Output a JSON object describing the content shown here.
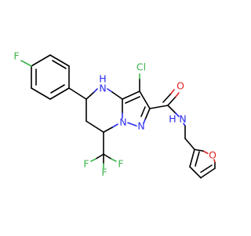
{
  "atoms": {
    "fluoro_left": "F",
    "fluoro_cf3_top": "F",
    "fluoro_cf3_left": "F",
    "fluoro_cf3_right": "F",
    "n_amine": "N",
    "h_amine": "H",
    "n_ring_bridge": "N",
    "n_ring_pyrazole": "N",
    "chloro": "Cl",
    "oxygen_carbonyl": "O",
    "n_amide": "N",
    "h_amide": "H",
    "oxygen_furan": "O"
  },
  "colors": {
    "carbon_bond": "#000000",
    "nitrogen": "#2a2af0",
    "oxygen": "#e02020",
    "fluorine": "#3cb44b",
    "chlorine": "#3cb44b"
  }
}
